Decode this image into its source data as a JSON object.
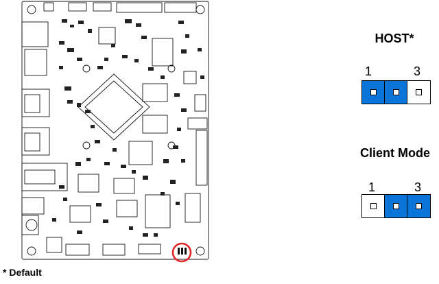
{
  "footnote": "* Default",
  "colors": {
    "shorted": "#0a74d8",
    "open": "#ffffff"
  },
  "host": {
    "title": "HOST*",
    "pin_left": "1",
    "pin_right": "3",
    "pins": [
      "shorted",
      "shorted",
      "open"
    ]
  },
  "client": {
    "title": "Client Mode",
    "pin_left": "1",
    "pin_right": "3",
    "pins": [
      "open",
      "shorted",
      "shorted"
    ]
  }
}
